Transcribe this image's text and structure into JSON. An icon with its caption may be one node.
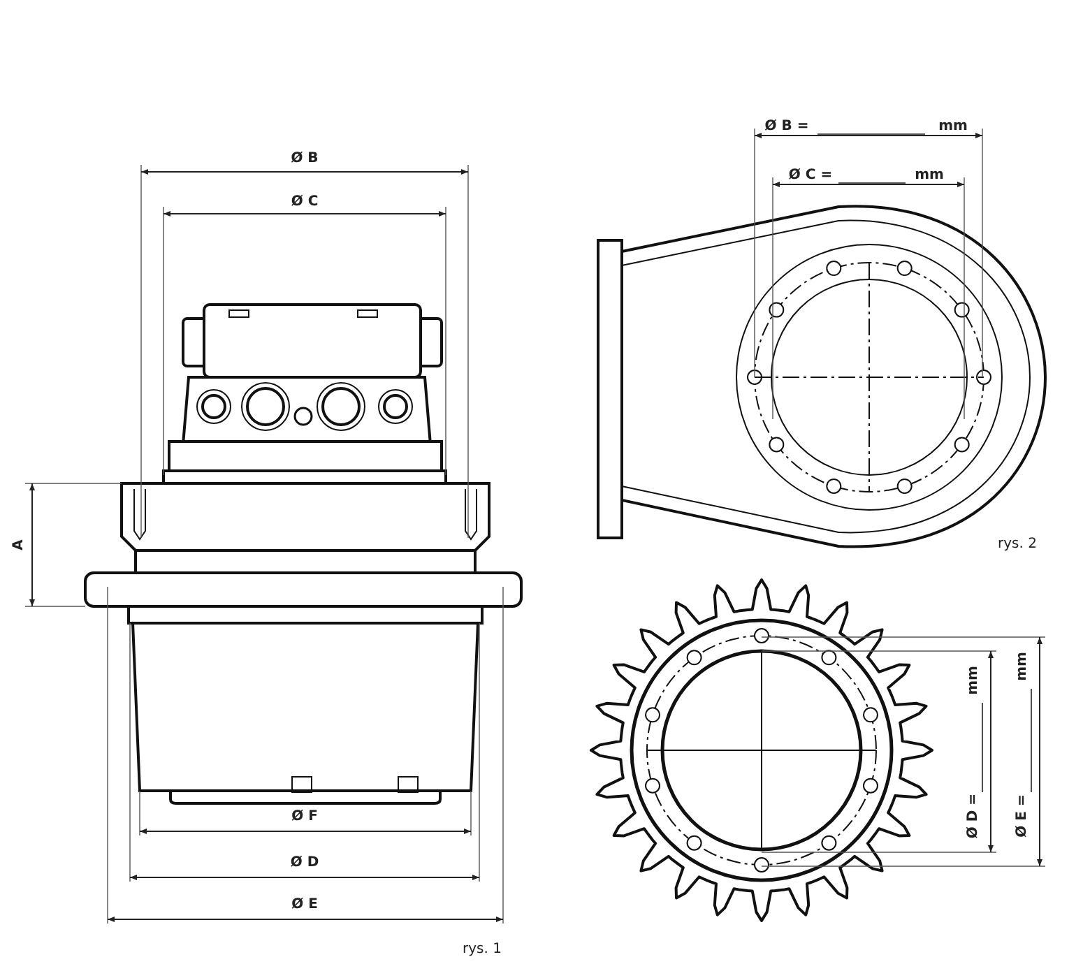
{
  "diagram": {
    "labels": [
      "Ø B =",
      "mm",
      "Ø B",
      "Ø C =",
      "mm",
      "Ø C",
      "A",
      "rys. 2",
      "Ø D =",
      "mm",
      "Ø E =",
      "mm",
      "Ø F",
      "Ø D",
      "Ø E",
      "rys. 1"
    ]
  }
}
